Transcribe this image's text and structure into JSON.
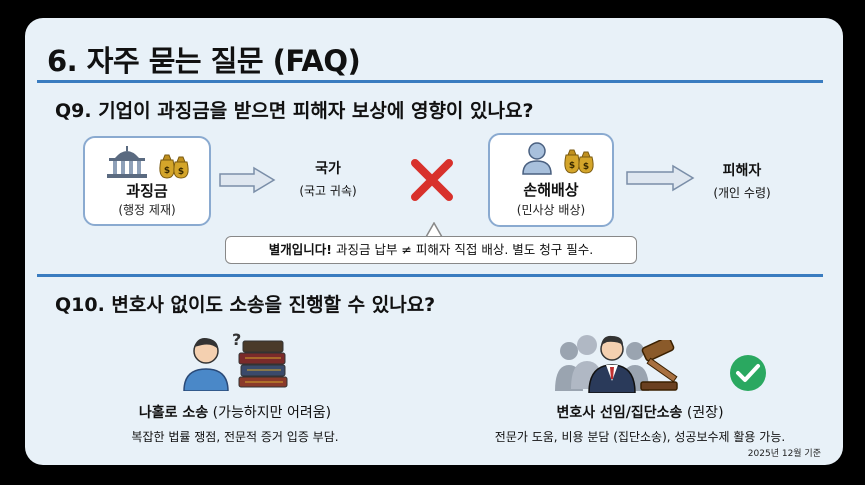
{
  "title": "6. 자주 묻는 질문 (FAQ)",
  "q9": {
    "question": "Q9. 기업이 과징금을 받으면 피해자 보상에 영향이 있나요?",
    "box1_label": "과징금",
    "box1_sub": "(행정 제재)",
    "plain1_label": "국가",
    "plain1_sub": "(국고 귀속)",
    "box2_label": "손해배상",
    "box2_sub": "(민사상 배상)",
    "plain2_label": "피해자",
    "plain2_sub": "(개인 수령)",
    "callout_bold": "별개입니다!",
    "callout_text": " 과징금 납부 ≠ 피해자 직접 배상. 별도 청구 필수."
  },
  "q10": {
    "question": "Q10. 변호사 없이도 소송을 진행할 수 있나요?",
    "left_title": "나홀로 소송",
    "left_title_extra": " (가능하지만 어려움)",
    "left_desc": "복잡한 법률 쟁점, 전문적 증거 입증 부담.",
    "right_title": "변호사 선임/집단소송",
    "right_title_extra": " (권장)",
    "right_desc": "전문가 도움, 비용 분담 (집단소송), 성공보수제 활용 가능."
  },
  "footer": "2025년 12월 기준",
  "icons": [
    "government-building-icon",
    "money-bag-icon",
    "arrow-right-icon",
    "x-mark-icon",
    "person-icon",
    "confused-person-icon",
    "books-icon",
    "group-icon",
    "lawyer-icon",
    "gavel-icon",
    "check-circle-icon"
  ],
  "colors": {
    "accent": "#3a7cc0",
    "x_red": "#d8312b",
    "check_green": "#2aa860",
    "money_gold": "#d4a52a"
  }
}
